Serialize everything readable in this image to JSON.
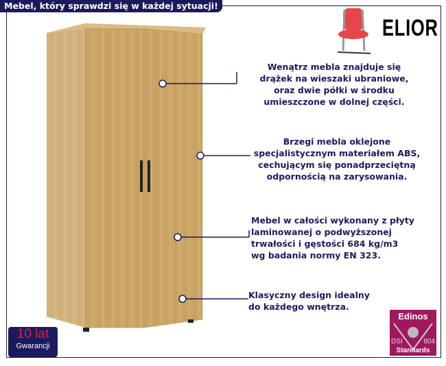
{
  "banner": "Mebel, który sprawdzi się w każdej sytuacji!",
  "brand": "ELIOR",
  "features": [
    [
      "Wenątrz mebla znajduje się",
      "drążek na wieszaki ubraniowe,",
      "oraz dwie półki w środku",
      "umieszczone w dolnej części."
    ],
    [
      "Brzegi mebla oklejone",
      "specjalistycznym materiałem ABS,",
      "cechującym się ponadprzeciętną",
      "odpornością na zarysowania."
    ],
    [
      "Mebel w całości wykonany z płyty",
      "laminowanej o podwyższonej",
      "trwałości i gęstości 684 kg/m3",
      "wg badania normy EN 323."
    ],
    [
      "Klasyczny design idealny",
      "do każdego wnętrza."
    ]
  ],
  "warranty": {
    "years": "10 lat",
    "label": "Gwarancji"
  },
  "certificate": {
    "brand": "Edinos",
    "left": "DSI",
    "right": "804",
    "label": "Standards"
  },
  "colors": {
    "navy": "#1c1a5e",
    "wood": "#c9a463",
    "magenta": "#a0195e"
  }
}
